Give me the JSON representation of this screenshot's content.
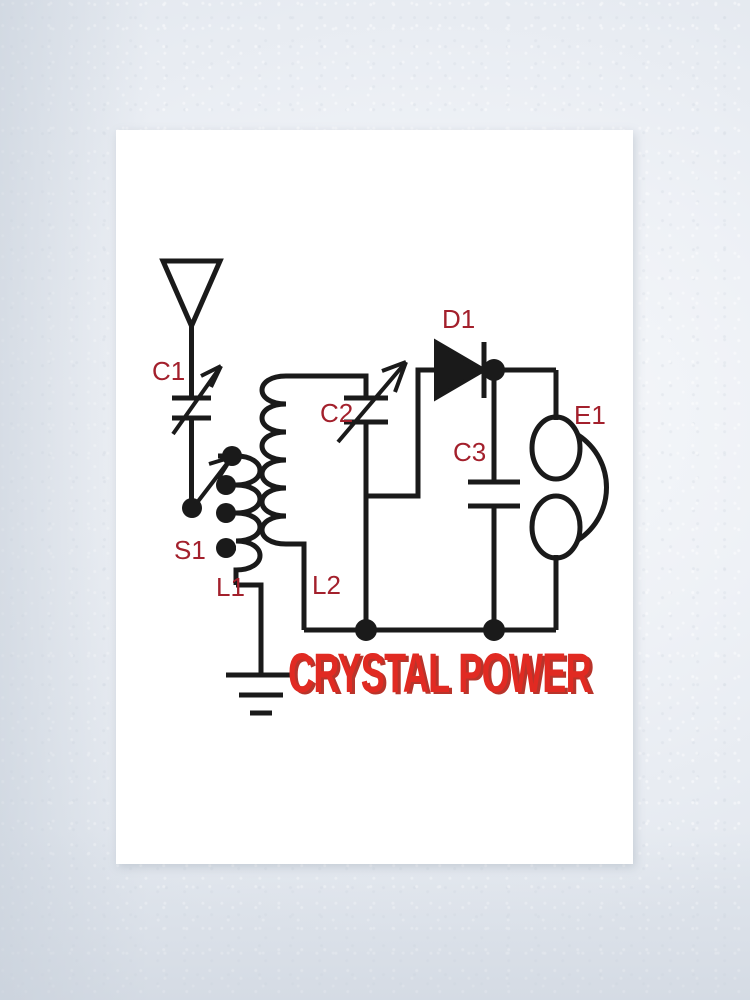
{
  "poster": {
    "background_color": "#ffffff",
    "wall_color": "#eef1f6",
    "title": "CRYSTAL POWER",
    "title_color": "#e12a22",
    "label_color": "#a3202c",
    "line_color": "#1a1a1a"
  },
  "schematic": {
    "name": "crystal-radio-receiver",
    "labels": {
      "c1": "C1",
      "s1": "S1",
      "l1": "L1",
      "c2": "C2",
      "l2": "L2",
      "d1": "D1",
      "c3": "C3",
      "e1": "E1"
    },
    "components": [
      {
        "ref": "C1",
        "type": "variable-capacitor",
        "name": "antenna-tuning-capacitor"
      },
      {
        "ref": "S1",
        "type": "rotary-switch",
        "name": "tap-selector-switch"
      },
      {
        "ref": "L1",
        "type": "tapped-inductor",
        "name": "antenna-coil",
        "taps": 4
      },
      {
        "ref": "L2",
        "type": "inductor",
        "name": "tank-coil"
      },
      {
        "ref": "C2",
        "type": "variable-capacitor",
        "name": "tank-tuning-capacitor"
      },
      {
        "ref": "D1",
        "type": "diode",
        "name": "detector-diode"
      },
      {
        "ref": "C3",
        "type": "capacitor",
        "name": "bypass-capacitor"
      },
      {
        "ref": "E1",
        "type": "earphone",
        "name": "headphone"
      },
      {
        "ref": "ANT1",
        "type": "antenna",
        "name": "antenna"
      },
      {
        "ref": "GND",
        "type": "ground",
        "name": "earth-ground"
      }
    ]
  }
}
